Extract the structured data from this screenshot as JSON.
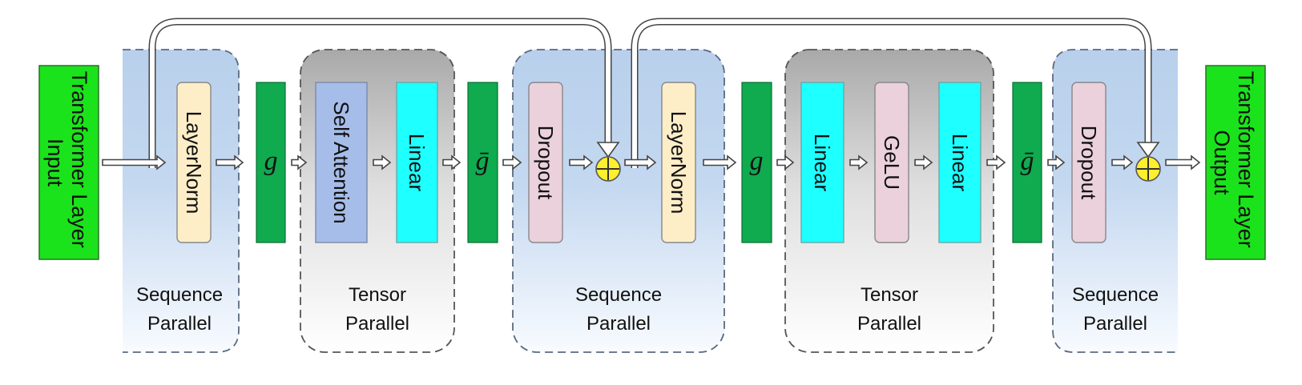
{
  "input_label": "Transformer Layer Input",
  "output_label": "Transformer Layer Output",
  "regions": [
    {
      "label_line1": "Sequence",
      "label_line2": "Parallel"
    },
    {
      "label_line1": "Tensor",
      "label_line2": "Parallel"
    },
    {
      "label_line1": "Sequence",
      "label_line2": "Parallel"
    },
    {
      "label_line1": "Tensor",
      "label_line2": "Parallel"
    },
    {
      "label_line1": "Sequence",
      "label_line2": "Parallel"
    }
  ],
  "blocks": {
    "layernorm": "LayerNorm",
    "self_attention": "Self Attention",
    "linear": "Linear",
    "dropout": "Dropout",
    "gelu": "GeLU"
  },
  "operators": {
    "g": "g",
    "g_bar": "ḡ"
  },
  "colors": {
    "io": "#1be31b",
    "g_block": "#10aa4f",
    "layernorm": "#fdeec8",
    "self_attention": "#a6bde9",
    "linear": "#1effff",
    "dropout": "#ebd1dc",
    "gelu": "#ebd1dc",
    "add": "#ffef2e"
  }
}
